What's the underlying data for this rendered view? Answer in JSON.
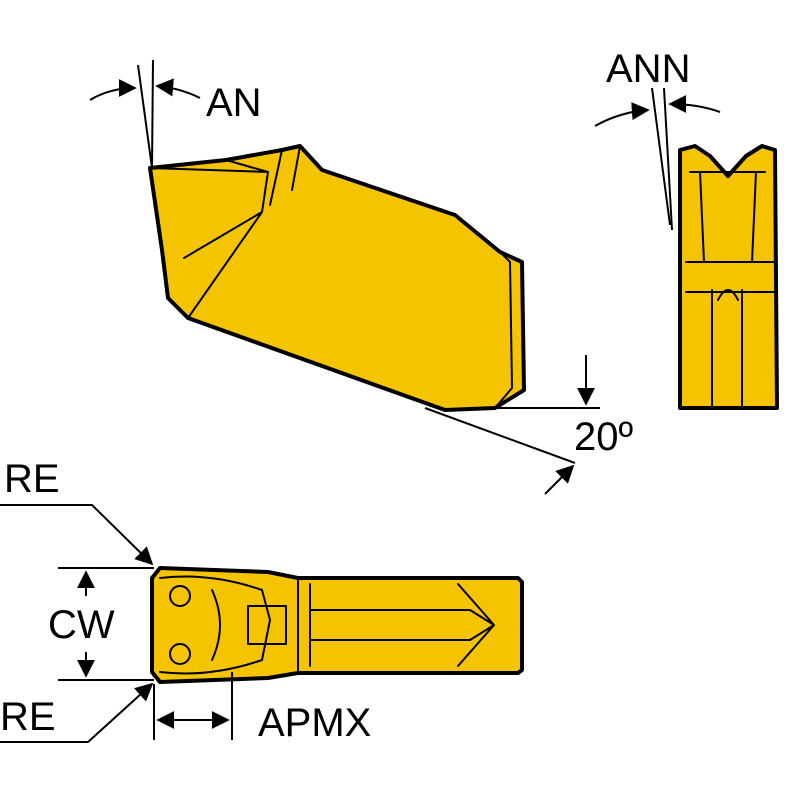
{
  "colors": {
    "insert_fill": "#F5C400",
    "outline": "#000000",
    "background": "#FFFFFF"
  },
  "labels": {
    "an": "AN",
    "ann": "ANN",
    "angle": "20º",
    "re_top": "RE",
    "cw": "CW",
    "re_bottom": "RE",
    "apmx": "APMX"
  }
}
